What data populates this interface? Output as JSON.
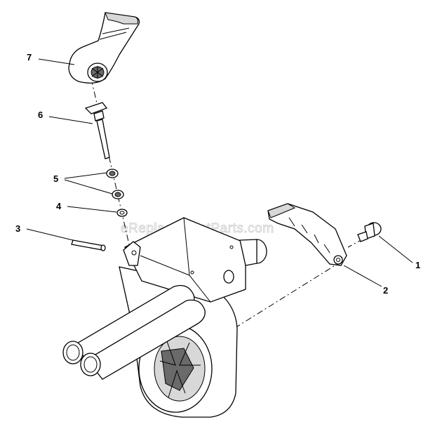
{
  "watermark": "eReplacementParts.com",
  "callouts": [
    {
      "id": "7",
      "label": "7"
    },
    {
      "id": "6",
      "label": "6"
    },
    {
      "id": "5",
      "label": "5"
    },
    {
      "id": "4",
      "label": "4"
    },
    {
      "id": "3",
      "label": "3"
    },
    {
      "id": "1",
      "label": "1"
    },
    {
      "id": "2",
      "label": "2"
    }
  ]
}
